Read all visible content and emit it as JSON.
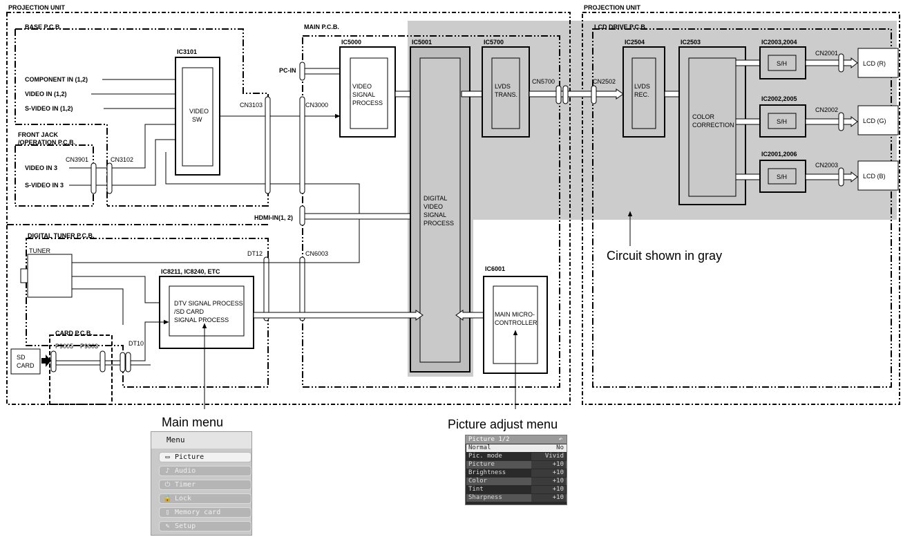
{
  "units": {
    "left": "PROJECTION UNIT",
    "right": "PROJECTION UNIT"
  },
  "boards": {
    "base": "BASE P.C.B.",
    "front_jack_1": "FRONT JACK",
    "front_jack_2": "/OPERATION P.C.B.",
    "digital_tuner": "DIGITAL TUNER P.C.B.",
    "card": "CARD P.C.B.",
    "main": "MAIN P.C.B.",
    "lcd_drive": "LCD DRIVE P.C.B."
  },
  "inputs": {
    "component": "COMPONENT IN (1,2)",
    "video": "VIDEO IN (1,2)",
    "svideo": "S-VIDEO IN (1,2)",
    "video3": "VIDEO IN 3",
    "svideo3": "S-VIDEO IN 3",
    "pc": "PC-IN",
    "hdmi": "HDMI-IN(1, 2)"
  },
  "ics": {
    "ic3101": "IC3101",
    "ic3101_body_1": "VIDEO",
    "ic3101_body_2": "SW",
    "ic5000": "IC5000",
    "ic5000_body_1": "VIDEO",
    "ic5000_body_2": "SIGNAL",
    "ic5000_body_3": "PROCESS",
    "ic5001": "IC5001",
    "ic5001_body_1": "DIGITAL",
    "ic5001_body_2": "VIDEO",
    "ic5001_body_3": "SIGNAL",
    "ic5001_body_4": "PROCESS",
    "ic5700": "IC5700",
    "ic5700_body_1": "LVDS",
    "ic5700_body_2": "TRANS.",
    "ic6001": "IC6001",
    "ic6001_body_1": "MAIN MICRO-",
    "ic6001_body_2": "CONTROLLER",
    "ic8211": "IC8211, IC8240, ETC",
    "ic8211_body_1": "DTV SIGNAL PROCESS",
    "ic8211_body_2": "/SD CARD",
    "ic8211_body_3": "SIGNAL PROCESS",
    "tuner": "TUNER",
    "ic2504": "IC2504",
    "ic2504_body_1": "LVDS",
    "ic2504_body_2": "REC.",
    "ic2503": "IC2503",
    "ic2503_body_1": "COLOR",
    "ic2503_body_2": "CORRECTION",
    "ic2003": "IC2003,2004",
    "ic2002": "IC2002,2005",
    "ic2001": "IC2001,2006",
    "sh": "S/H",
    "lcd_r": "LCD (R)",
    "lcd_g": "LCD (G)",
    "lcd_b": "LCD (B)",
    "sd_1": "SD",
    "sd_2": "CARD"
  },
  "connectors": {
    "cn3901": "CN3901",
    "cn3102": "CN3102",
    "cn3103": "CN3103",
    "cn3000": "CN3000",
    "cn6003": "CN6003",
    "dt12": "DT12",
    "dt10": "DT10",
    "p9005": "P9005",
    "p9003": "P9003",
    "cn5700": "CN5700",
    "cn2502": "CN2502",
    "cn2001": "CN2001",
    "cn2002": "CN2002",
    "cn2003": "CN2003"
  },
  "annotations": {
    "gray": "Circuit shown in gray",
    "main_menu": "Main menu",
    "picture_menu": "Picture adjust menu"
  },
  "main_menu": {
    "title": "Menu",
    "items": [
      {
        "label": "Picture",
        "icon": "▭"
      },
      {
        "label": "Audio",
        "icon": "♪"
      },
      {
        "label": "Timer",
        "icon": "⏻"
      },
      {
        "label": "Lock",
        "icon": "🔒"
      },
      {
        "label": "Memory card",
        "icon": "▯"
      },
      {
        "label": "Setup",
        "icon": "✎"
      }
    ]
  },
  "picture_menu": {
    "title": "Picture 1/2",
    "return_icon": "↶",
    "rows": [
      {
        "label": "Normal",
        "value": "No"
      },
      {
        "label": "Pic. mode",
        "value": "Vivid"
      },
      {
        "label": "Picture",
        "value": "+10"
      },
      {
        "label": "Brightness",
        "value": "+10"
      },
      {
        "label": "Color",
        "value": "+10"
      },
      {
        "label": "Tint",
        "value": "+10"
      },
      {
        "label": "Sharpness",
        "value": "+10"
      }
    ]
  },
  "colors": {
    "gray_region": "#cccccc",
    "line": "#000000"
  }
}
